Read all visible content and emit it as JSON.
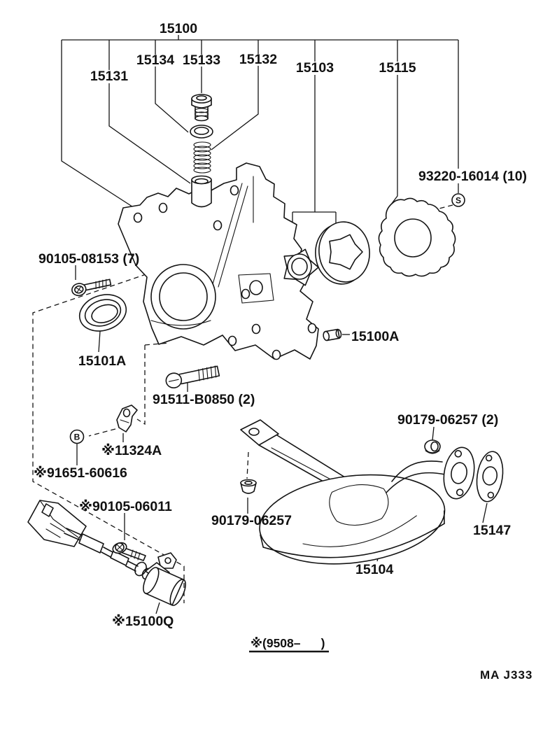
{
  "page": {
    "background": "#ffffff",
    "ink": "#141414"
  },
  "labels": {
    "pump_assy": "15100",
    "relief_plunger": "15131",
    "relief_gasket": "15134",
    "relief_plug": "15133",
    "relief_spring": "15132",
    "rotor_set": "15103",
    "pump_body_cover": "15115",
    "cover_screw": "93220-16014 (10)",
    "body_bolt": "90105-08153 (7)",
    "oil_seal": "15101A",
    "straight_pin": "15100A",
    "union_bolt": "91511-B0850 (2)",
    "wire_clamp": "※11324A",
    "o_ring": "※91651-60616",
    "sensor_bolt": "※90105-06011",
    "crank_sensor": "※15100Q",
    "strainer_bolt_nut": "90179-06257",
    "flange_nut": "90179-06257 (2)",
    "flange_gasket": "15147",
    "oil_strainer": "15104"
  },
  "symbols": {
    "s": "S",
    "b": "B"
  },
  "note": {
    "applicability": "※(9508–      )"
  },
  "footer": {
    "sheet_code": "MA J333"
  }
}
